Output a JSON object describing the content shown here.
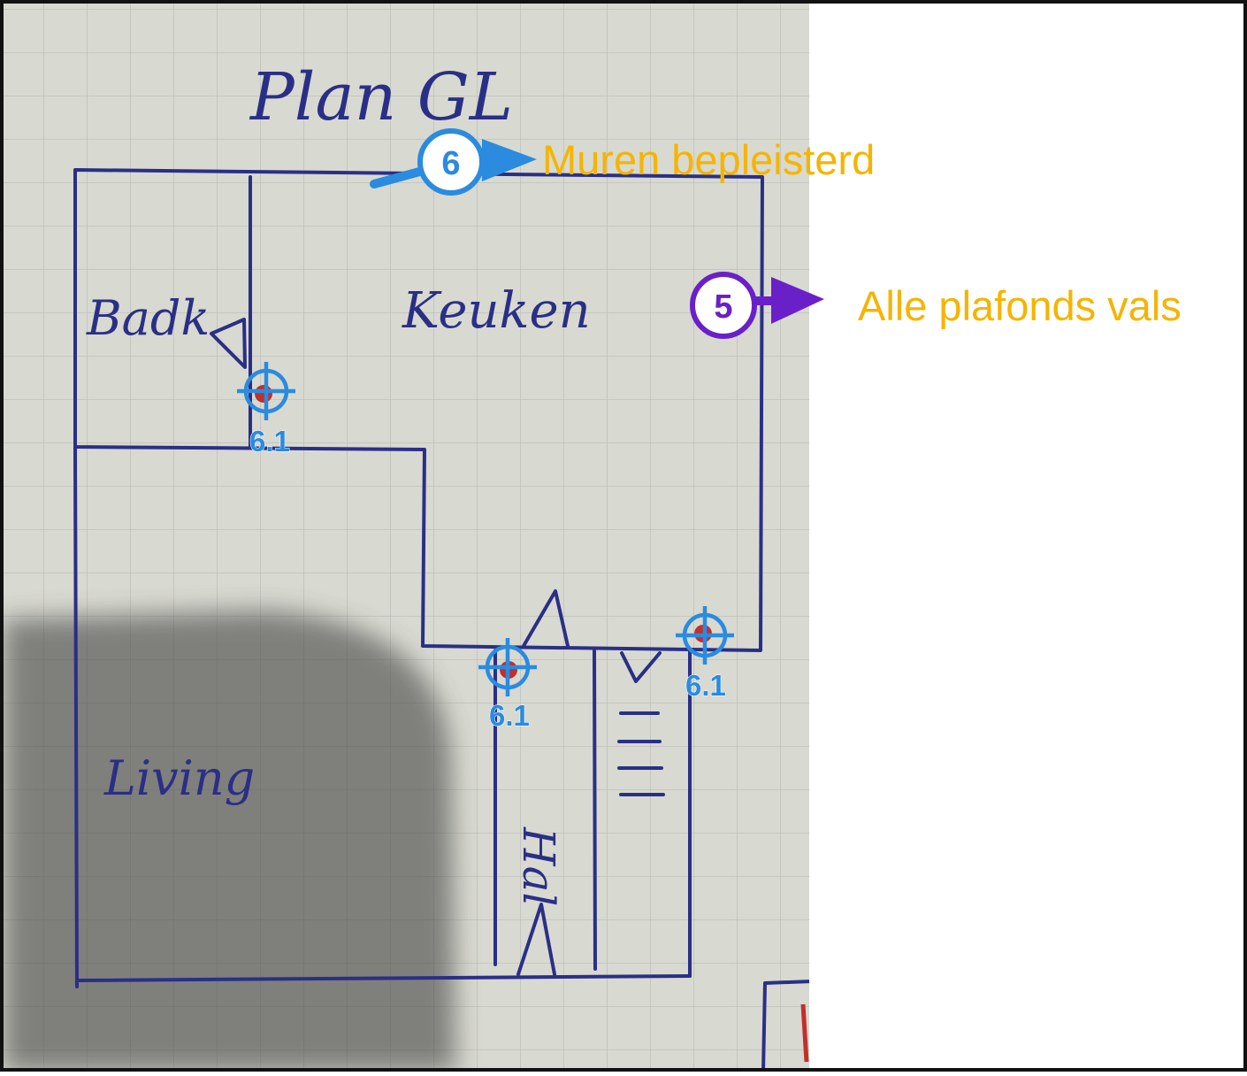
{
  "sketch": {
    "title": "Plan GL",
    "rooms": {
      "bathroom": "Badk",
      "kitchen": "Keuken",
      "living": "Living",
      "hall": "Hal"
    }
  },
  "markers": [
    {
      "id": "6",
      "color": "#2a8bdf",
      "note": "Muren bepleisterd"
    },
    {
      "id": "5",
      "color": "#6a20c8",
      "note": "Alle plafonds vals"
    }
  ],
  "target_markers": [
    {
      "label": "6.1",
      "color": "#2a8bdf"
    },
    {
      "label": "6.1",
      "color": "#2a8bdf"
    },
    {
      "label": "6.1",
      "color": "#2a8bdf"
    }
  ],
  "colors": {
    "annotation_text": "#f5b400",
    "ink": "#2a2f86",
    "paper": "#d8d9d0",
    "grid": "#b9bdb8",
    "shadow": "#4a4a4a",
    "dot": "#c0302e",
    "frame": "#111111"
  }
}
